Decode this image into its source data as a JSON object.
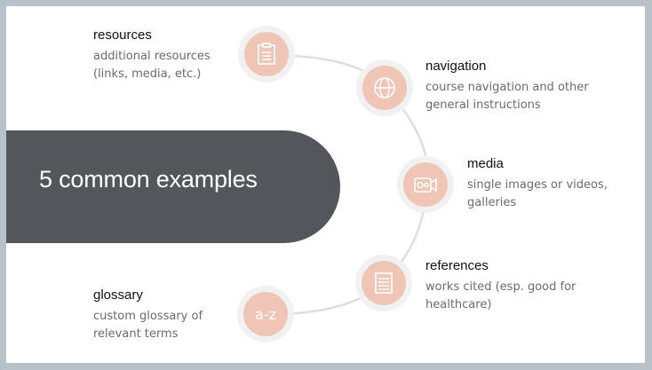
{
  "title": "5 common examples",
  "items": [
    {
      "icon": "clipboard-icon",
      "heading": "resources",
      "description": "additional resources\n(links, media, etc.)"
    },
    {
      "icon": "globe-icon",
      "heading": "navigation",
      "description": "course navigation and other\ngeneral instructions"
    },
    {
      "icon": "video-camera-icon",
      "heading": "media",
      "description": "single images or videos,\ngalleries"
    },
    {
      "icon": "document-list-icon",
      "heading": "references",
      "description": "works cited (esp. good for\nhealthcare)"
    },
    {
      "icon": "a-z-icon",
      "icon_text": "a-z",
      "heading": "glossary",
      "description": "custom glossary of\nrelevant terms"
    }
  ],
  "colors": {
    "title_bg": "#53565a",
    "node_fill": "#efc6b6",
    "node_ring": "#f1f1f1",
    "connector": "#dedede"
  }
}
